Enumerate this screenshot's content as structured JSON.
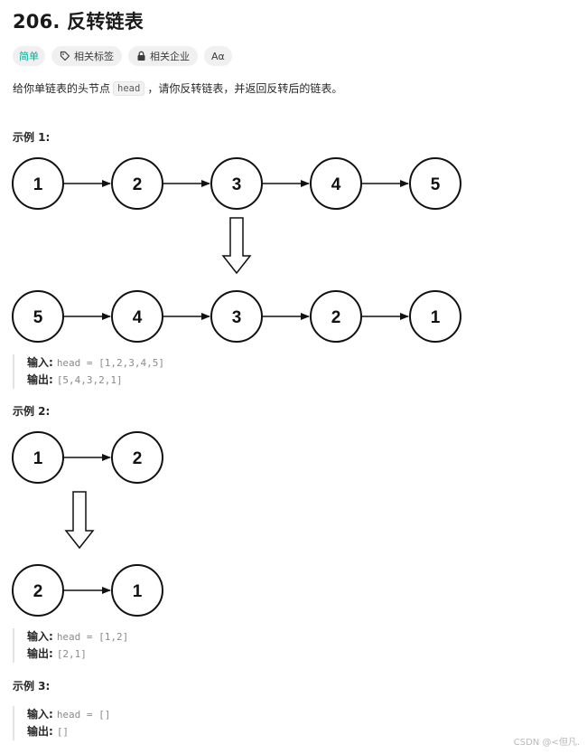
{
  "problem": {
    "title": "206. 反转链表",
    "tags": [
      {
        "label": "简单",
        "color": "#00af9b"
      },
      {
        "label": "相关标签",
        "icon": "tag-icon"
      },
      {
        "label": "相关企业",
        "icon": "lock-icon"
      }
    ],
    "font_toggle_label": "Aα",
    "description": {
      "before": "给你单链表的头节点",
      "code": "head",
      "after": "，请你反转链表，并返回反转后的链表。"
    }
  },
  "examples": [
    {
      "title": "示例 1:",
      "before": [
        "1",
        "2",
        "3",
        "4",
        "5"
      ],
      "after": [
        "5",
        "4",
        "3",
        "2",
        "1"
      ],
      "input_label": "输入:",
      "input_value": "head = [1,2,3,4,5]",
      "output_label": "输出:",
      "output_value": "[5,4,3,2,1]"
    },
    {
      "title": "示例 2:",
      "before": [
        "1",
        "2"
      ],
      "after": [
        "2",
        "1"
      ],
      "input_label": "输入:",
      "input_value": "head = [1,2]",
      "output_label": "输出:",
      "output_value": "[2,1]"
    },
    {
      "title": "示例 3:",
      "before": [],
      "after": [],
      "input_label": "输入:",
      "input_value": "head = []",
      "output_label": "输出:",
      "output_value": "[]"
    }
  ],
  "watermark": "CSDN @<但凡.",
  "colors": {
    "easy": "#00af9b",
    "stroke": "#111111",
    "border": "#e3e3e3"
  }
}
